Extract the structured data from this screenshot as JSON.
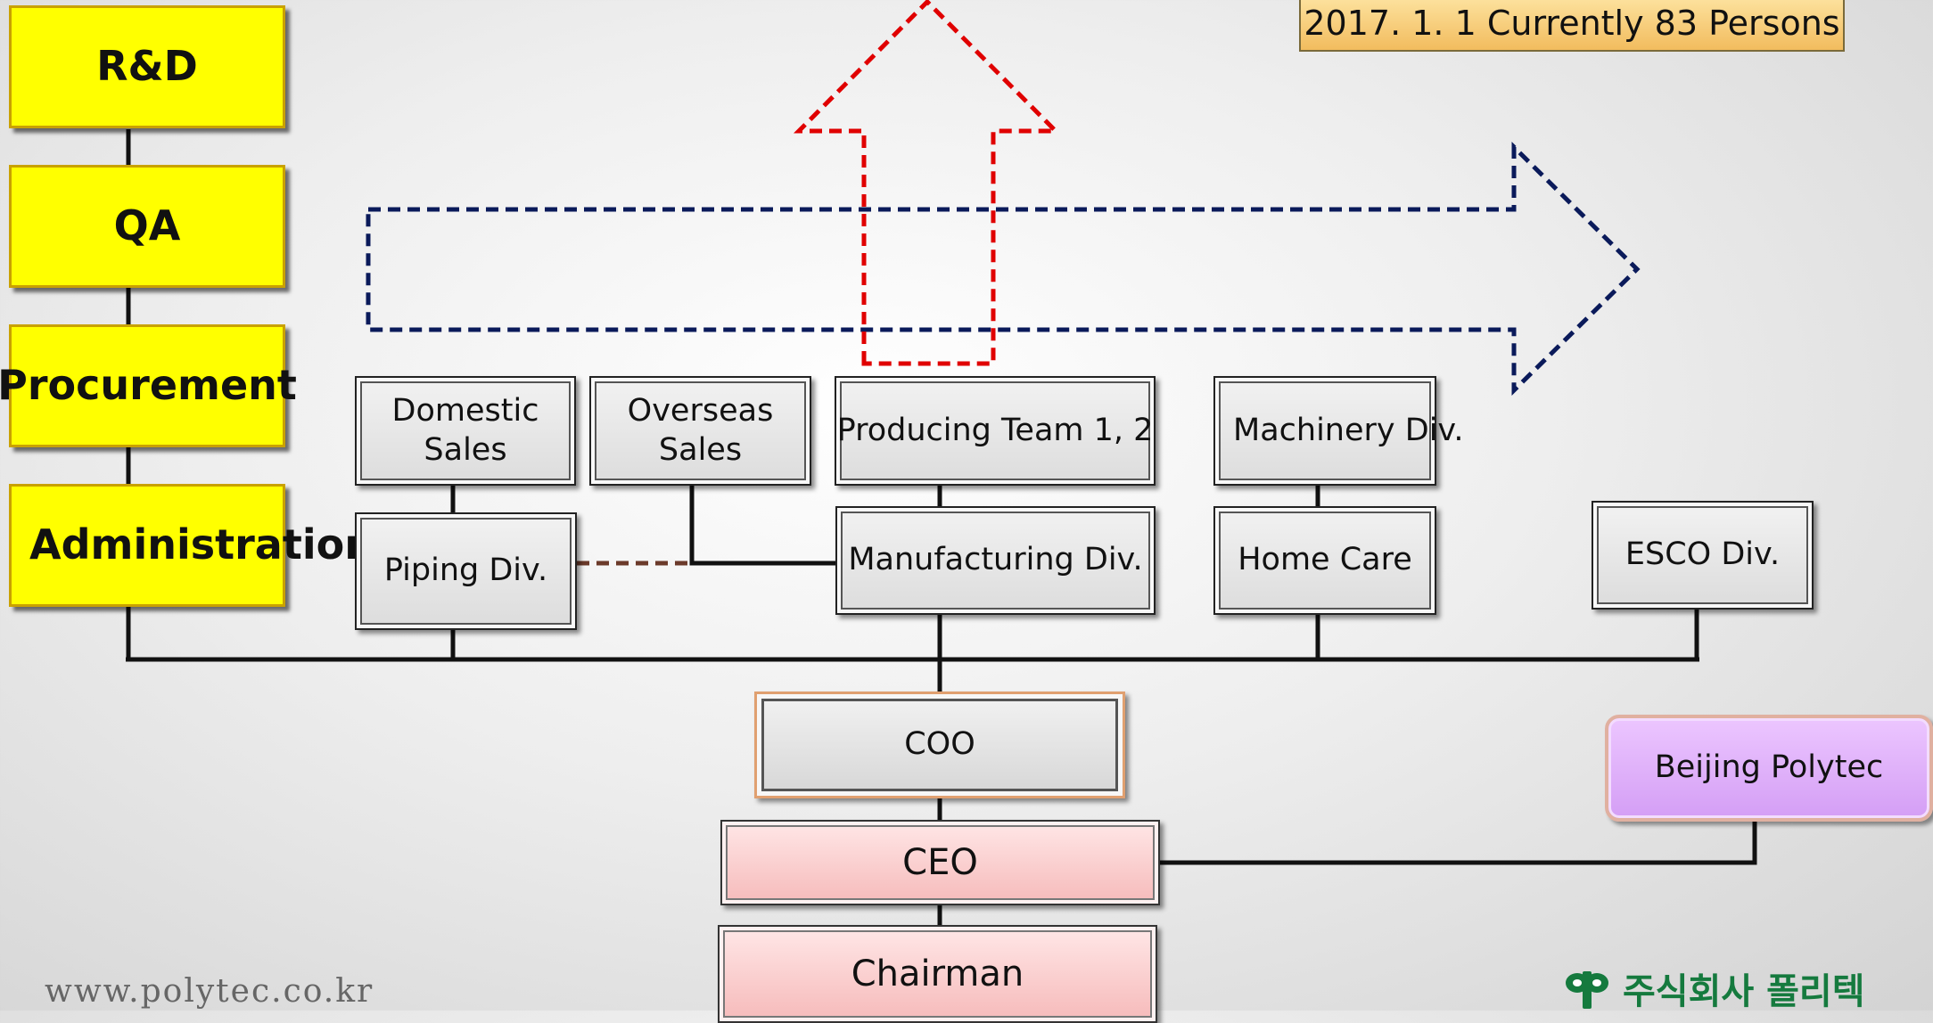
{
  "header_note": "2017.  1. 1 Currently 83 Persons",
  "side_units": [
    "R&D",
    "QA",
    "Procurement",
    "Administration"
  ],
  "divisions": {
    "domestic_sales": "Domestic\nSales",
    "overseas_sales": "Overseas\nSales",
    "producing_team": "Producing Team 1, 2",
    "machinery_div": "Machinery Div.",
    "piping_div": "Piping Div.",
    "manufacturing_div": "Manufacturing Div.",
    "home_care": "Home Care",
    "esco_div": "ESCO Div."
  },
  "management": {
    "coo": "COO",
    "ceo": "CEO",
    "chairman": "Chairman"
  },
  "subsidiary": "Beijing Polytec",
  "footer": {
    "website": "www.polytec.co.kr",
    "company_logo_text": "주식회사 폴리텍"
  },
  "colors": {
    "side_fill": "#ffff00",
    "chairman_ceo_fill": "#f6baba",
    "subsidiary_fill": "#d49ef5",
    "note_fill": "#f2bc5e",
    "red_arrow": "#e00000",
    "blue_arrow": "#0a1a5a",
    "logo_green": "#157a3e"
  }
}
